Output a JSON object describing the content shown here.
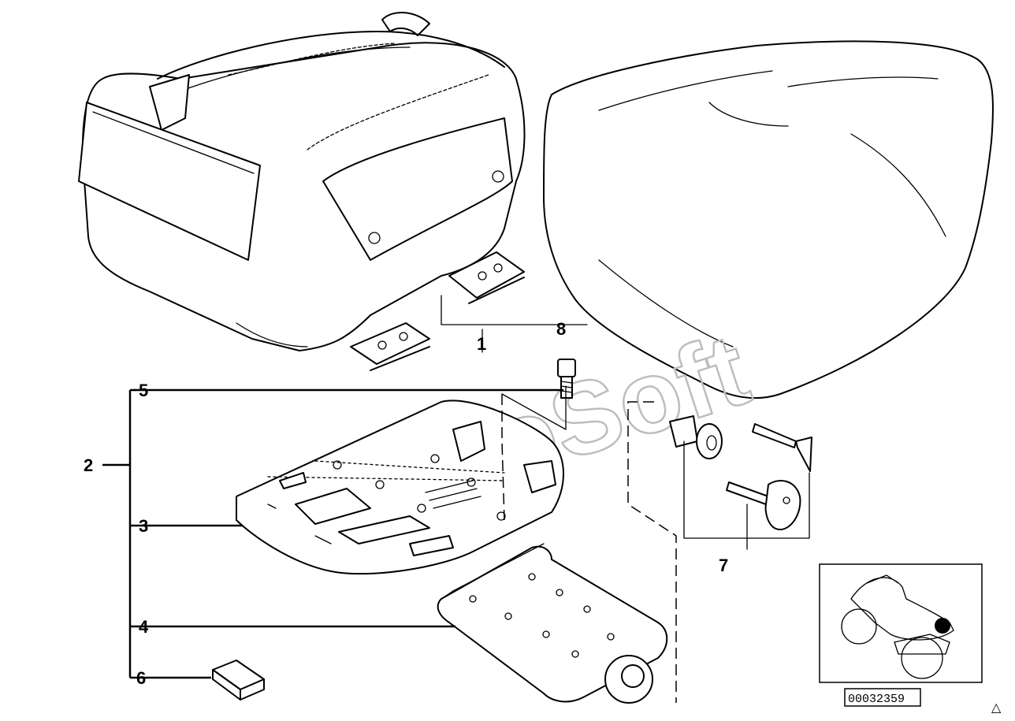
{
  "diagram": {
    "callouts": [
      {
        "id": "1",
        "label": "1"
      },
      {
        "id": "2",
        "label": "2"
      },
      {
        "id": "3",
        "label": "3"
      },
      {
        "id": "4",
        "label": "4"
      },
      {
        "id": "5",
        "label": "5"
      },
      {
        "id": "6",
        "label": "6"
      },
      {
        "id": "7",
        "label": "7"
      },
      {
        "id": "8",
        "label": "8"
      }
    ],
    "watermark": "AutoSoft",
    "reference_number": "00032359",
    "corner_mark": "△"
  }
}
